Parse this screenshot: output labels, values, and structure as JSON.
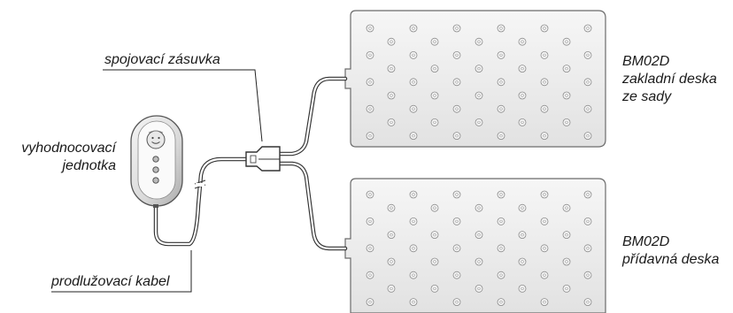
{
  "labels": {
    "connector": "spojovací zásuvka",
    "unit": [
      "vyhodnocovací",
      "jednotka"
    ],
    "cable": "prodlužovací kabel",
    "base_pad": [
      "BM02D",
      "zakladní deska",
      "ze sady"
    ],
    "extra_pad": [
      "BM02D",
      "přídavná deska"
    ]
  },
  "colors": {
    "line": "#333333",
    "pad_fill": "#ededed",
    "pad_stroke": "#6b6b6b",
    "unit_body": "#e4e4e4"
  }
}
